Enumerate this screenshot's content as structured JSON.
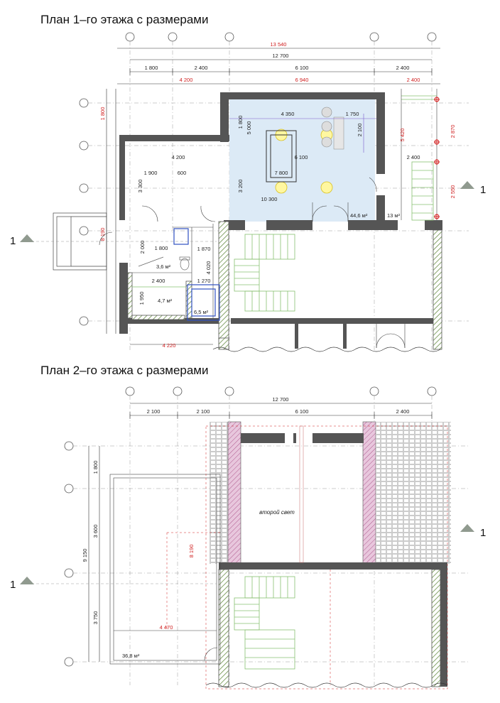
{
  "titles": {
    "floor1": "План 1–го этажа с размерами",
    "floor2": "План 2–го этажа с размерами"
  },
  "floor1": {
    "top_dims": {
      "overall": "13 540",
      "main": "12 700",
      "seg1": "1 800",
      "seg2": "2 400",
      "seg3": "6 100",
      "seg4": "2 400",
      "red1": "4 200",
      "red2": "6 940",
      "red3": "2 400"
    },
    "inner_dims": {
      "d4350": "4 350",
      "d1750": "1 750",
      "d2100": "2 100",
      "d1800v": "1 800",
      "d5000": "5 000",
      "d4200": "4 200",
      "d6100": "6 100",
      "d2400": "2 400",
      "d1900": "1 900",
      "d600": "600",
      "d7800": "7 800",
      "d3300": "3 300",
      "d3200": "3 200",
      "d10300": "10 300",
      "d5420": "5 420",
      "d2870": "2 870",
      "d2550": "2 550",
      "d1800red": "1 800",
      "d8190": "8 190",
      "d2000": "2 000",
      "d1800b": "1 800",
      "d1870": "1 870",
      "d4020": "4 020",
      "d2400b": "2 400",
      "d1270": "1 270",
      "d1950": "1 950",
      "bottom": "4 220"
    },
    "areas": {
      "main": "44,6 м²",
      "side": "13 м²",
      "wc": "3,6 м²",
      "hall": "4,7 м²",
      "bath": "6,5 м²"
    },
    "section_marks": {
      "left": "1",
      "right": "1"
    }
  },
  "floor2": {
    "top_dims": {
      "main": "12 700",
      "seg1": "2 100",
      "seg2": "2 100",
      "seg3": "6 100",
      "seg4": "2 400"
    },
    "side_dims": {
      "d1800": "1 800",
      "d3600": "3 600",
      "d9150": "9 150",
      "d3750": "3 750",
      "d8190": "8 190",
      "d4470": "4 470"
    },
    "labels": {
      "second_light": "второй свет",
      "terrace_area": "36,8 м²"
    },
    "section_marks": {
      "left": "1",
      "right": "1"
    }
  },
  "colors": {
    "wall": "#555555",
    "hatch_green": "#6a8f48",
    "dim_red": "#d02020",
    "room_blue": "#dceaf6",
    "stairs_green": "#88c070",
    "pink_wall": "#e8c7dd",
    "section_mark": "#909a8f"
  },
  "icons": {
    "axis_marker": "axis-circle-icon",
    "section_marker": "section-triangle-icon",
    "lamp": "lamp-icon",
    "table": "billiard-table-icon"
  }
}
